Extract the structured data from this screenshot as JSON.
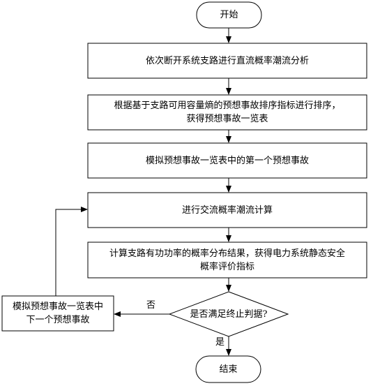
{
  "nodes": {
    "start": "开始",
    "step1": "依次断开系统支路进行直流概率潮流分析",
    "step2_line1": "根据基于支路可用容量熵的预想事故排序指标进行排序，",
    "step2_line2": "获得预想事故一览表",
    "step3": "模拟预想事故一览表中的第一个预想事故",
    "step4": "进行交流概率潮流计算",
    "step5_line1": "计算支路有功功率的概率分布结果，获得电力系统静态安全",
    "step5_line2": "概率评价指标",
    "decision": "是否满足终止判据?",
    "side_line1": "模拟预想事故一览表中",
    "side_line2": "下一个预想事故",
    "end": "结束"
  },
  "edges": {
    "no_label": "否",
    "yes_label": "是"
  }
}
